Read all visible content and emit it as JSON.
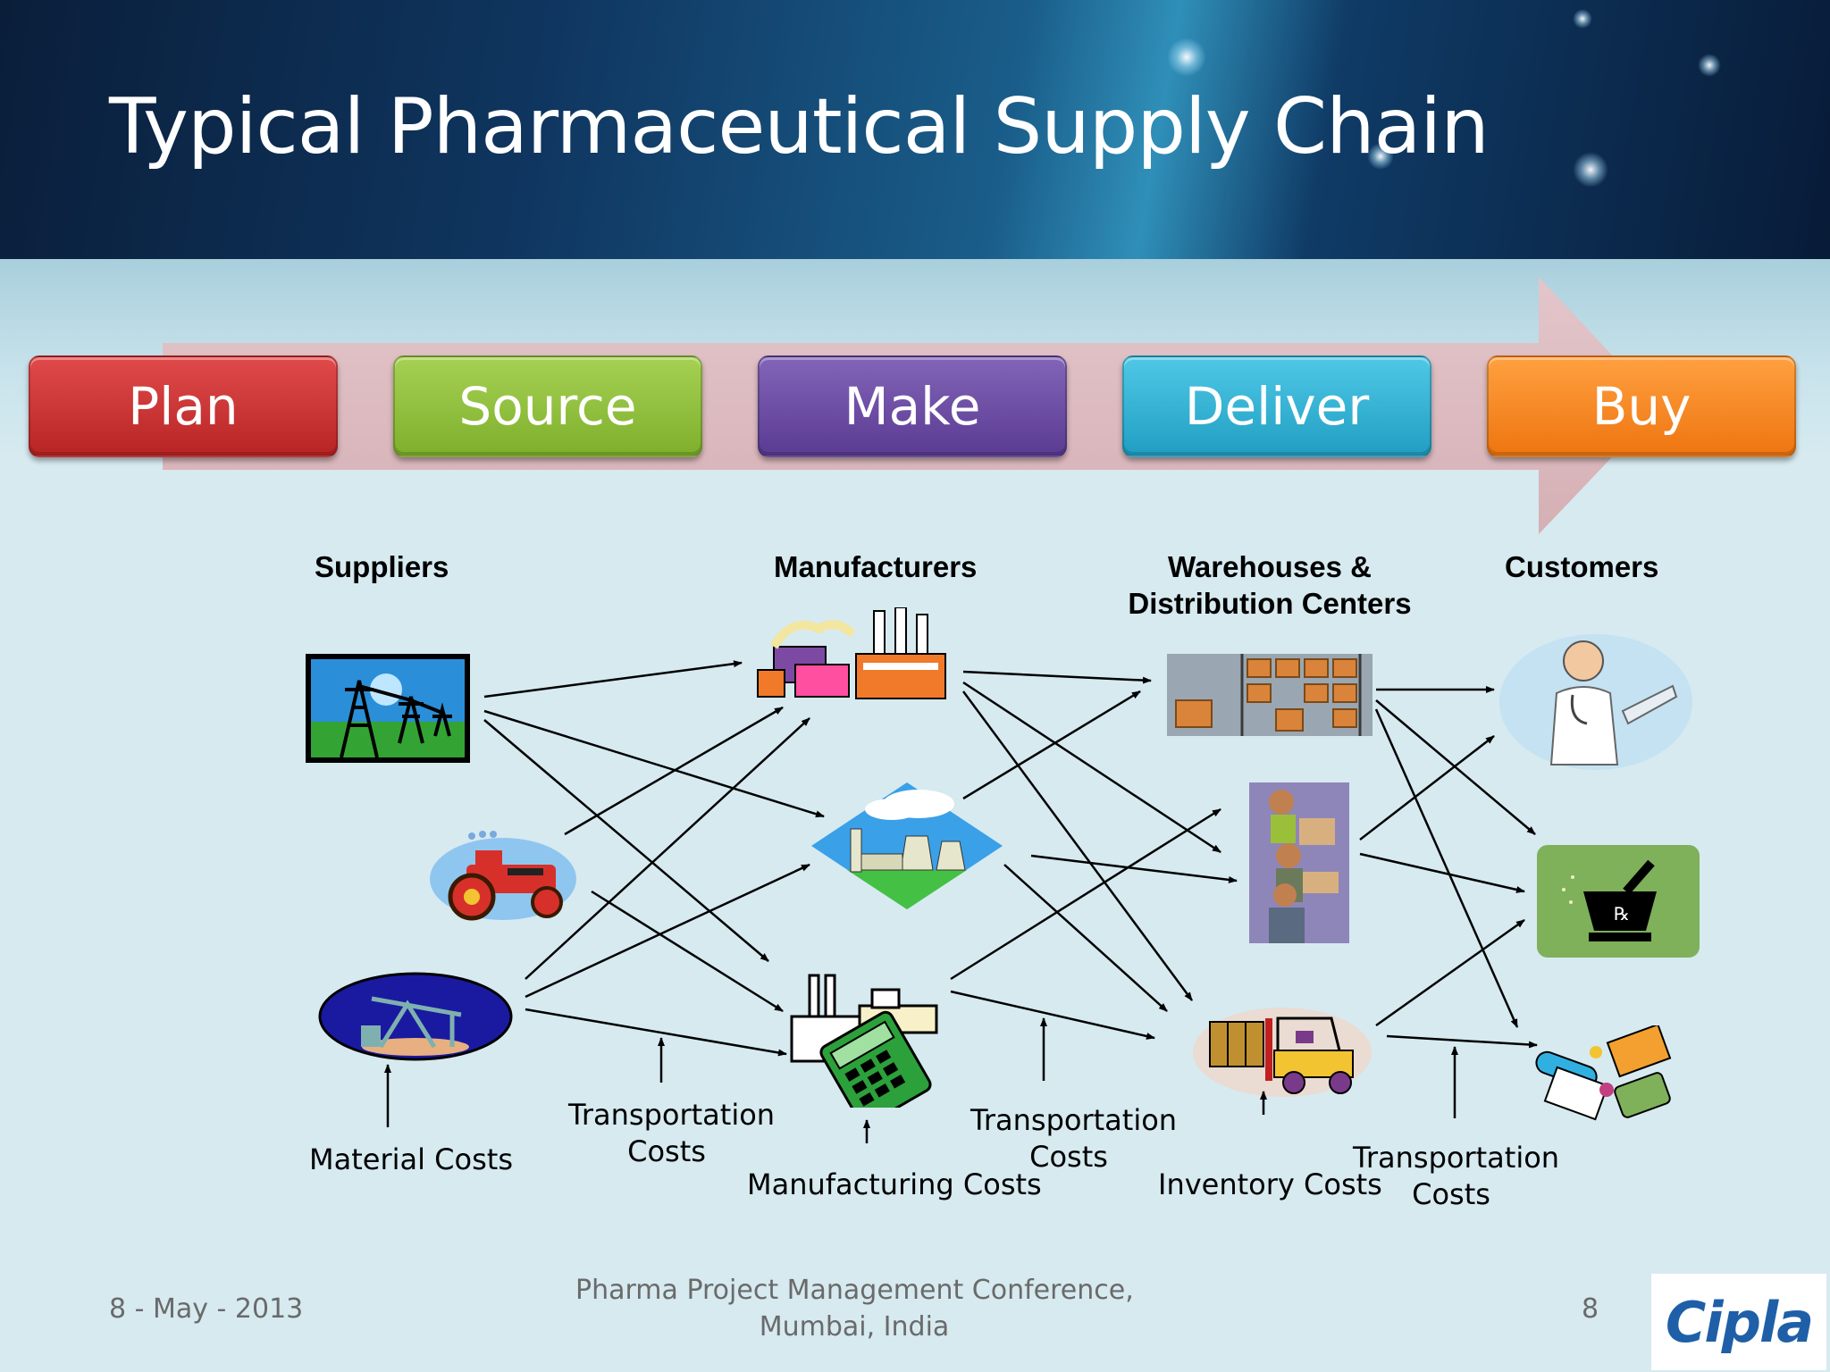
{
  "slide": {
    "title": "Typical Pharmaceutical Supply Chain"
  },
  "stages": [
    {
      "label": "Plan",
      "color": "#cc3333"
    },
    {
      "label": "Source",
      "color": "#8cbd3a"
    },
    {
      "label": "Make",
      "color": "#6a4aa0"
    },
    {
      "label": "Deliver",
      "color": "#2fb3d4"
    },
    {
      "label": "Buy",
      "color": "#f5861f"
    }
  ],
  "columns": {
    "suppliers": "Suppliers",
    "manufacturers": "Manufacturers",
    "warehouses_line1": "Warehouses &",
    "warehouses_line2": "Distribution Centers",
    "customers": "Customers"
  },
  "icons": {
    "suppliers": [
      "power-towers-icon",
      "tractor-icon",
      "oil-pump-icon"
    ],
    "manufacturers": [
      "factory-icon",
      "power-plant-icon",
      "calculator-factory-icon"
    ],
    "warehouses": [
      "warehouse-shelves-icon",
      "workers-boxes-icon",
      "forklift-icon"
    ],
    "customers": [
      "doctor-icon",
      "mortar-pestle-rx-icon",
      "prescription-medicine-icon"
    ]
  },
  "costs": {
    "material": "Material Costs",
    "transport1_line1": "Transportation",
    "transport1_line2": "Costs",
    "manufacturing": "Manufacturing Costs",
    "transport2_line1": "Transportation",
    "transport2_line2": "Costs",
    "inventory": "Inventory Costs",
    "transport3_line1": "Transportation",
    "transport3_line2": "Costs"
  },
  "footer": {
    "date": "8 - May - 2013",
    "conference_line1": "Pharma Project Management Conference,",
    "conference_line2": "Mumbai, India",
    "page_number": "8",
    "logo_text": "Cipla"
  }
}
